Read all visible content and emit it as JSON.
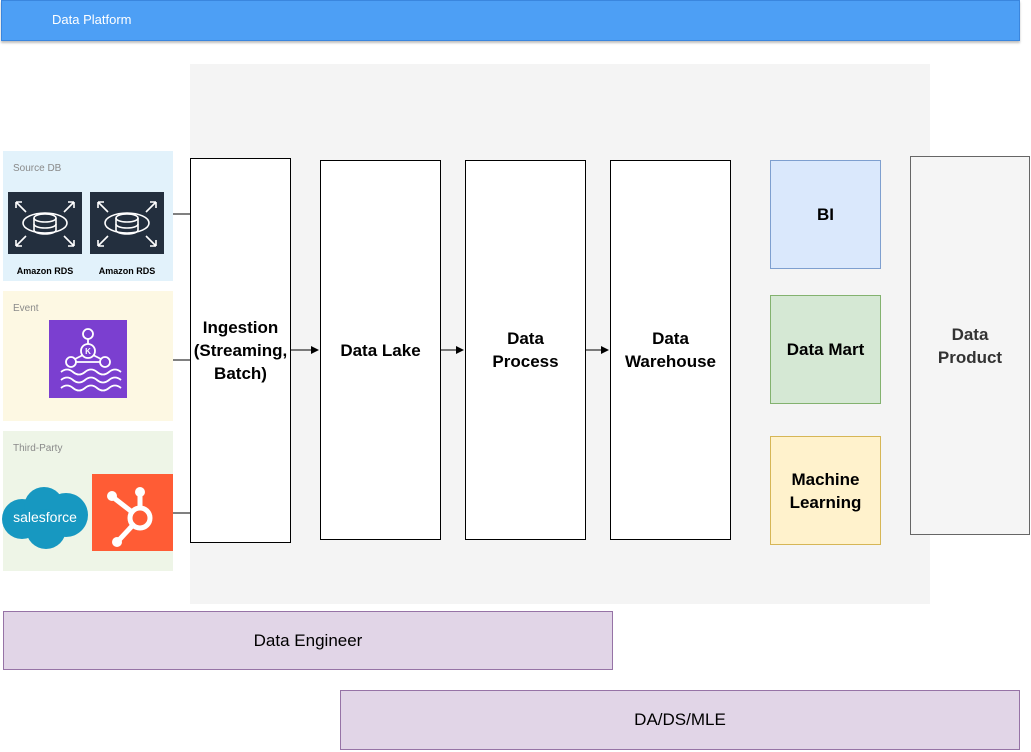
{
  "header": {
    "title": "Data Platform"
  },
  "sources": {
    "db": {
      "label": "Source DB",
      "items": [
        "Amazon RDS",
        "Amazon RDS"
      ]
    },
    "event": {
      "label": "Event"
    },
    "third": {
      "label": "Third-Party",
      "salesforce_text": "salesforce"
    }
  },
  "pipeline": {
    "ingestion": "Ingestion\n(Streaming,\nBatch)",
    "lake": "Data Lake",
    "process": "Data\nProcess",
    "warehouse": "Data\nWarehouse"
  },
  "outputs": {
    "bi": "BI",
    "mart": "Data Mart",
    "ml": "Machine\nLearning",
    "product": "Data\nProduct"
  },
  "roles": {
    "engineer": "Data Engineer",
    "analyst": "DA/DS/MLE"
  },
  "colors": {
    "header": "#4d9ff5",
    "rds": "#232f3e",
    "kafka": "#7b3fd0",
    "salesforce": "#1798c1",
    "hubspot": "#ff5c35",
    "role": "#e1d5e7"
  },
  "icons": [
    "rds-icon",
    "kafka-icon",
    "salesforce-logo",
    "hubspot-logo"
  ]
}
